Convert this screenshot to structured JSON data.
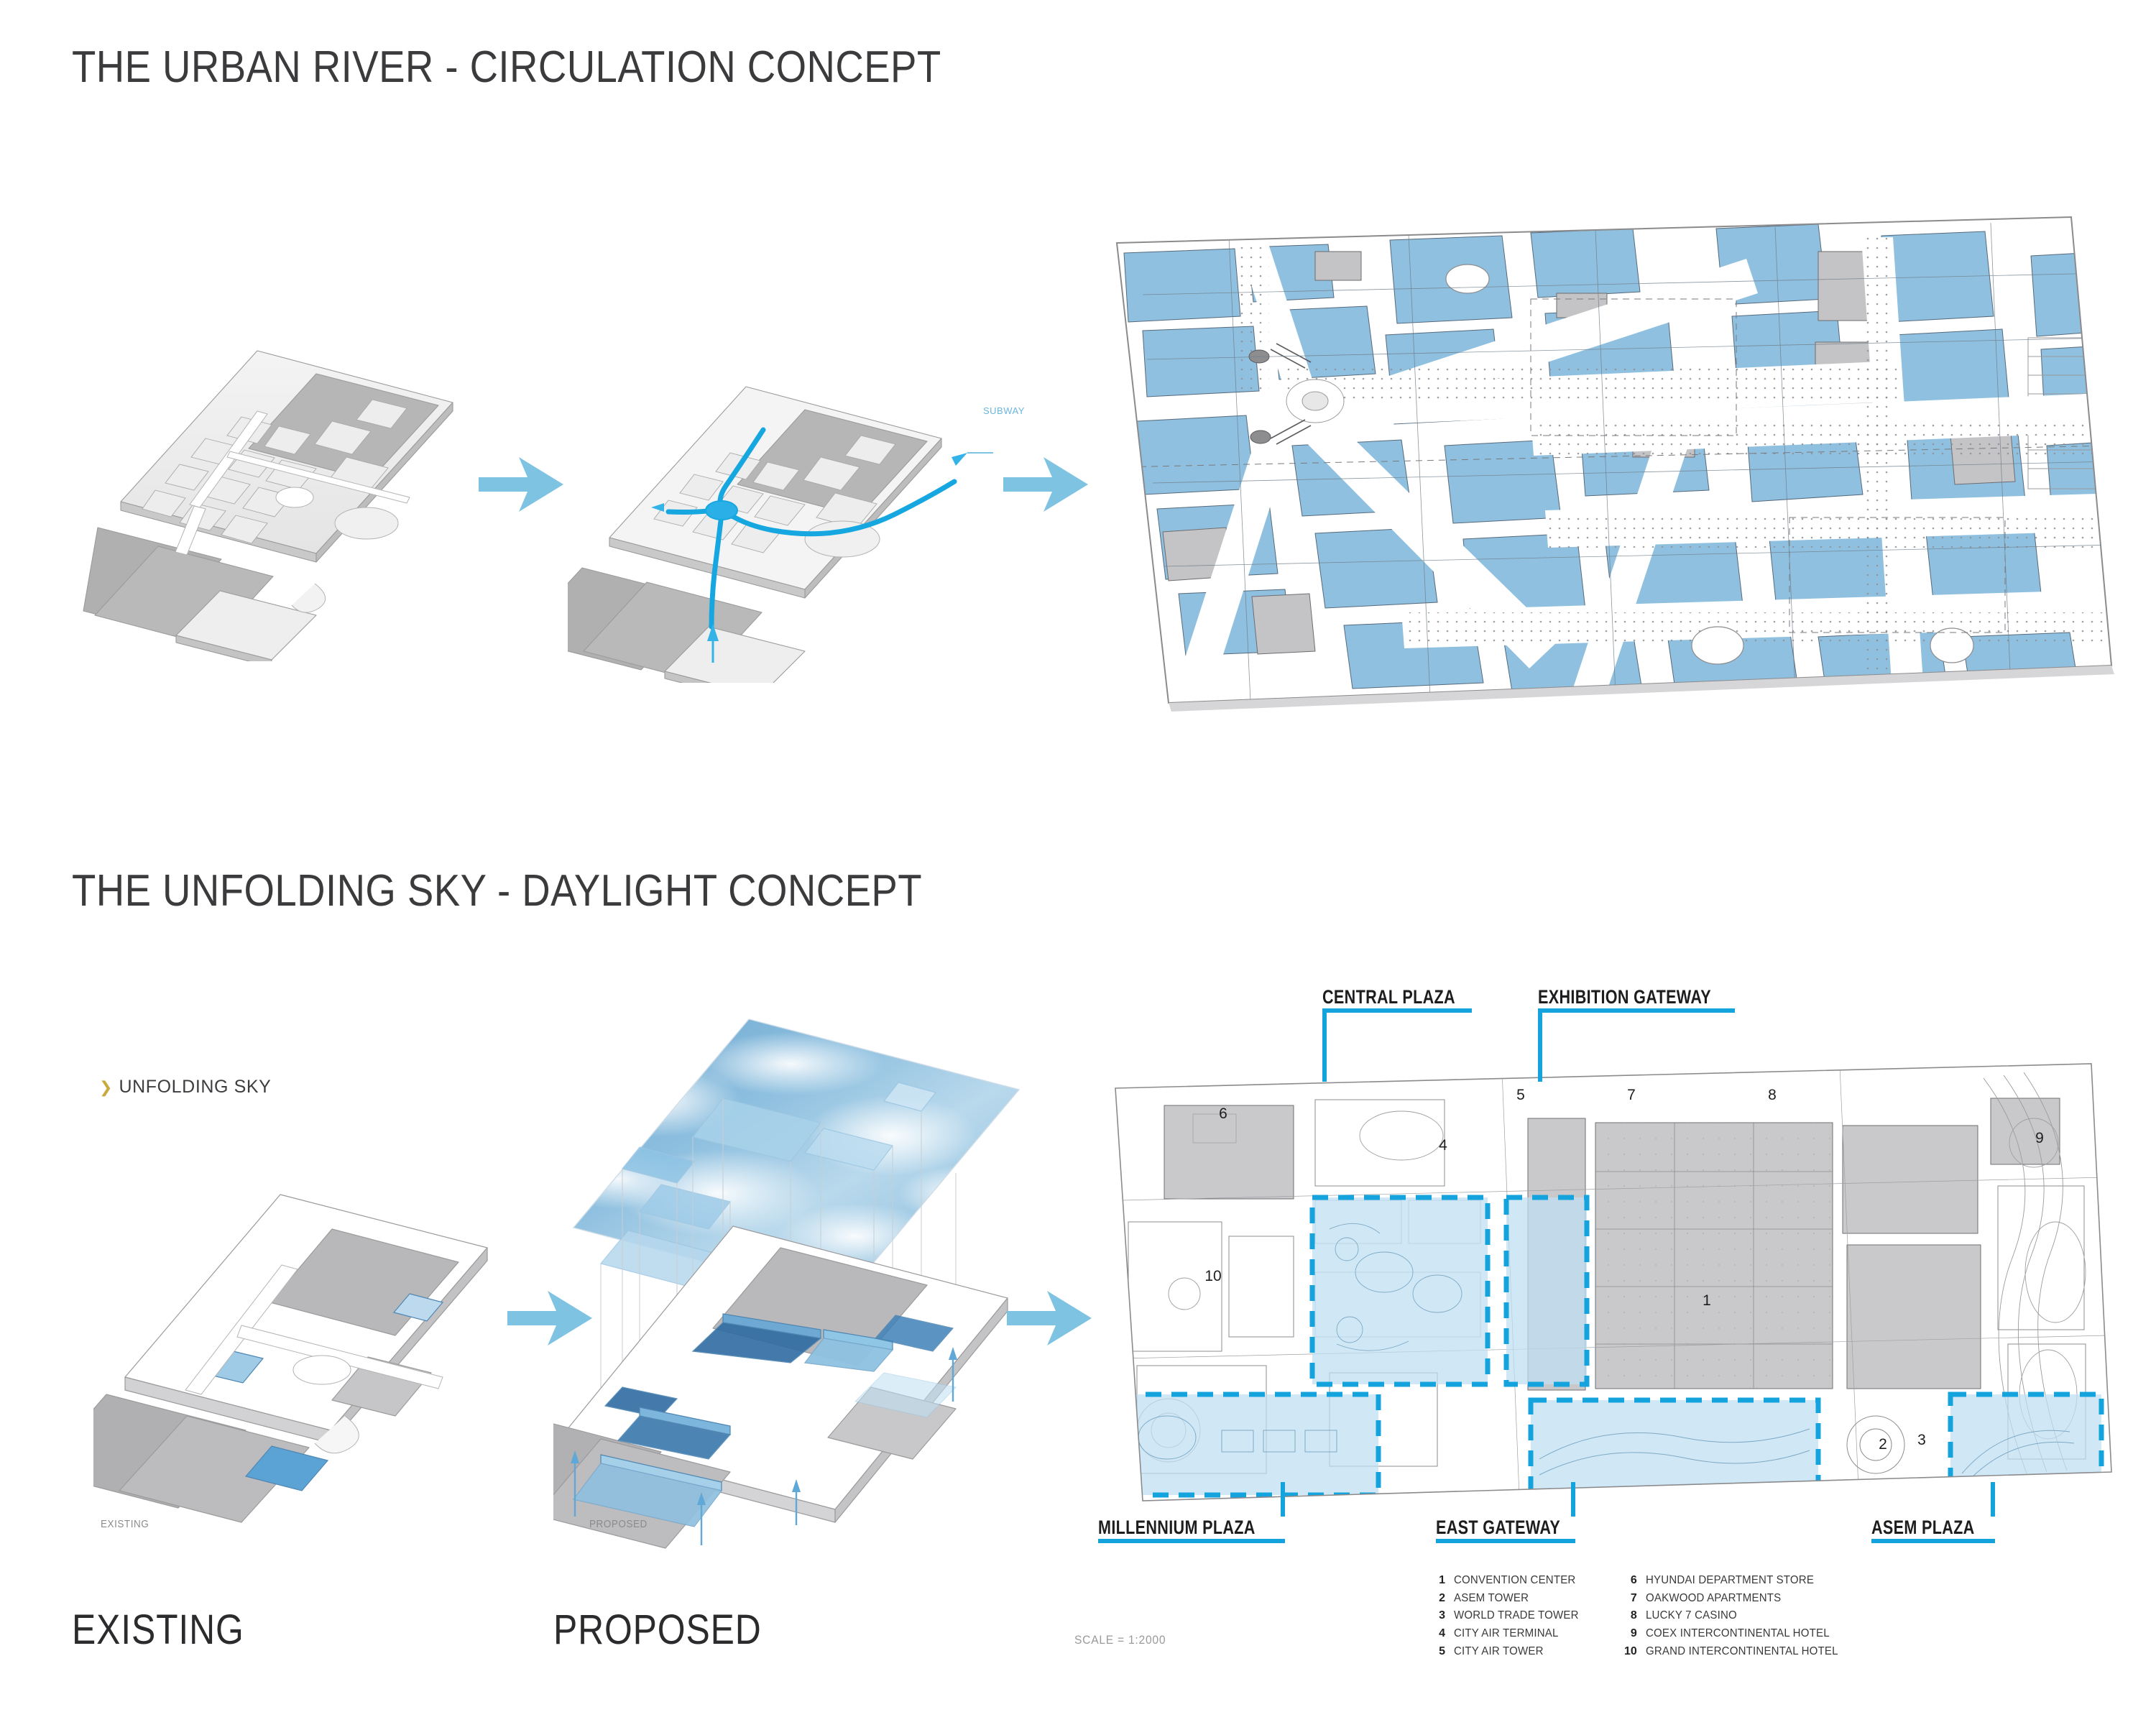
{
  "board": {
    "background": "#ffffff",
    "accent_cyan": "#14a3dc",
    "arrow_blue": "#7ec3e2",
    "plan_blue": "#8fc0df",
    "gold": "#c9a93c"
  },
  "sections": {
    "circulation": {
      "title": "THE URBAN RIVER - CIRCULATION CONCEPT",
      "subway_label": "SUBWAY"
    },
    "daylight": {
      "title": "THE UNFOLDING SKY - DAYLIGHT CONCEPT",
      "tag_label": "UNFOLDING SKY",
      "tag_marker": "chevron-right-icon",
      "existing_caption": "EXISTING",
      "proposed_caption": "PROPOSED",
      "existing_mini_caption": "EXISTING",
      "proposed_mini_caption": "PROPOSED"
    }
  },
  "callouts": [
    {
      "label": "CENTRAL PLAZA",
      "position": "top"
    },
    {
      "label": "EXHIBITION GATEWAY",
      "position": "top"
    },
    {
      "label": "MILLENNIUM PLAZA",
      "position": "bottom"
    },
    {
      "label": "EAST GATEWAY",
      "position": "bottom"
    },
    {
      "label": "ASEM PLAZA",
      "position": "bottom"
    }
  ],
  "legend": {
    "scale": "SCALE = 1:2000",
    "column_left": [
      {
        "num": "1",
        "name": "CONVENTION CENTER"
      },
      {
        "num": "2",
        "name": "ASEM TOWER"
      },
      {
        "num": "3",
        "name": "WORLD TRADE TOWER"
      },
      {
        "num": "4",
        "name": "CITY AIR TERMINAL"
      },
      {
        "num": "5",
        "name": "CITY AIR TOWER"
      }
    ],
    "column_right": [
      {
        "num": "6",
        "name": "HYUNDAI DEPARTMENT STORE"
      },
      {
        "num": "7",
        "name": "OAKWOOD APARTMENTS"
      },
      {
        "num": "8",
        "name": "LUCKY 7 CASINO"
      },
      {
        "num": "9",
        "name": "COEX INTERCONTINENTAL HOTEL"
      },
      {
        "num": "10",
        "name": "GRAND INTERCONTINENTAL HOTEL"
      }
    ]
  },
  "plan_markers": {
    "daylight_plan": [
      "6",
      "4",
      "5",
      "7",
      "8",
      "9",
      "10",
      "1",
      "2",
      "3"
    ]
  }
}
